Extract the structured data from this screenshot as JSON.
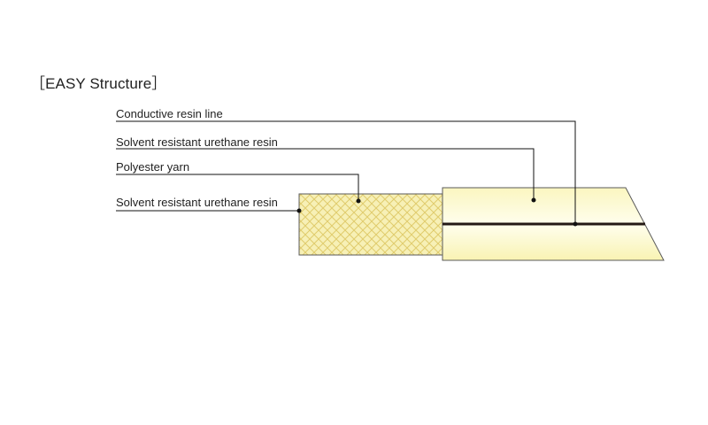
{
  "heading": "［EASY Structure］",
  "callouts": [
    {
      "label": "Conductive resin line"
    },
    {
      "label": "Solvent resistant urethane resin"
    },
    {
      "label": "Polyester yarn"
    },
    {
      "label": "Solvent resistant urethane resin"
    }
  ],
  "colors": {
    "resin_fill": "#fbf7c6",
    "resin_highlight": "#ffffff",
    "yarn_fill": "#f6efb0",
    "yarn_mesh": "#e2cf6a",
    "outline": "#555555",
    "conductive_line": "#231815",
    "leader": "#111111"
  }
}
